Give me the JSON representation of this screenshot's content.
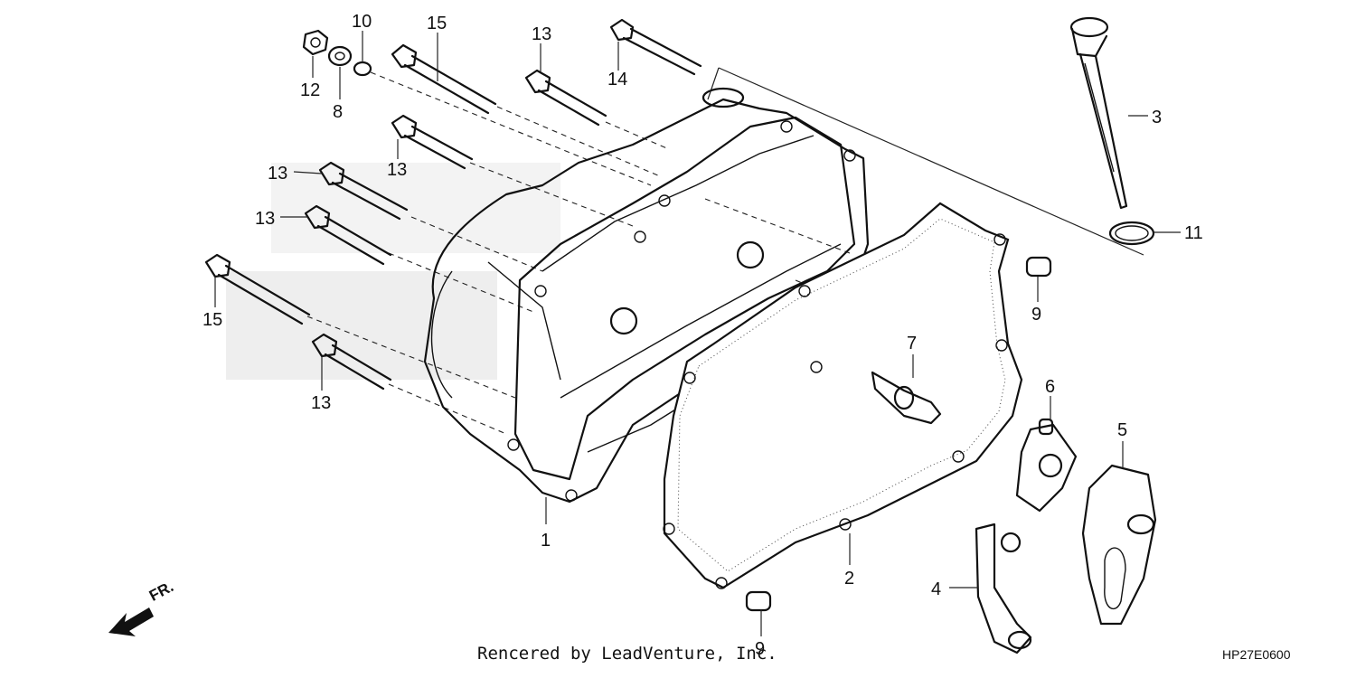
{
  "callouts": [
    {
      "id": "c12",
      "label": "12"
    },
    {
      "id": "c8",
      "label": "8"
    },
    {
      "id": "c10",
      "label": "10"
    },
    {
      "id": "c15a",
      "label": "15"
    },
    {
      "id": "c13a",
      "label": "13"
    },
    {
      "id": "c14",
      "label": "14"
    },
    {
      "id": "c13b",
      "label": "13"
    },
    {
      "id": "c13c",
      "label": "13"
    },
    {
      "id": "c13d",
      "label": "13"
    },
    {
      "id": "c15b",
      "label": "15"
    },
    {
      "id": "c13e",
      "label": "13"
    },
    {
      "id": "c1",
      "label": "1"
    },
    {
      "id": "c2",
      "label": "2"
    },
    {
      "id": "c3",
      "label": "3"
    },
    {
      "id": "c11",
      "label": "11"
    },
    {
      "id": "c9a",
      "label": "9"
    },
    {
      "id": "c7",
      "label": "7"
    },
    {
      "id": "c6",
      "label": "6"
    },
    {
      "id": "c5",
      "label": "5"
    },
    {
      "id": "c4",
      "label": "4"
    },
    {
      "id": "c9b",
      "label": "9"
    }
  ],
  "footer": {
    "credit": "Rencered by LeadVenture, Inc.",
    "code": "HP27E0600"
  },
  "direction": {
    "label": "FR.",
    "icon": "front-direction-arrow-icon"
  },
  "colors": {
    "ink": "#111111",
    "background": "#ffffff",
    "watermark": "#cfcfcf"
  }
}
